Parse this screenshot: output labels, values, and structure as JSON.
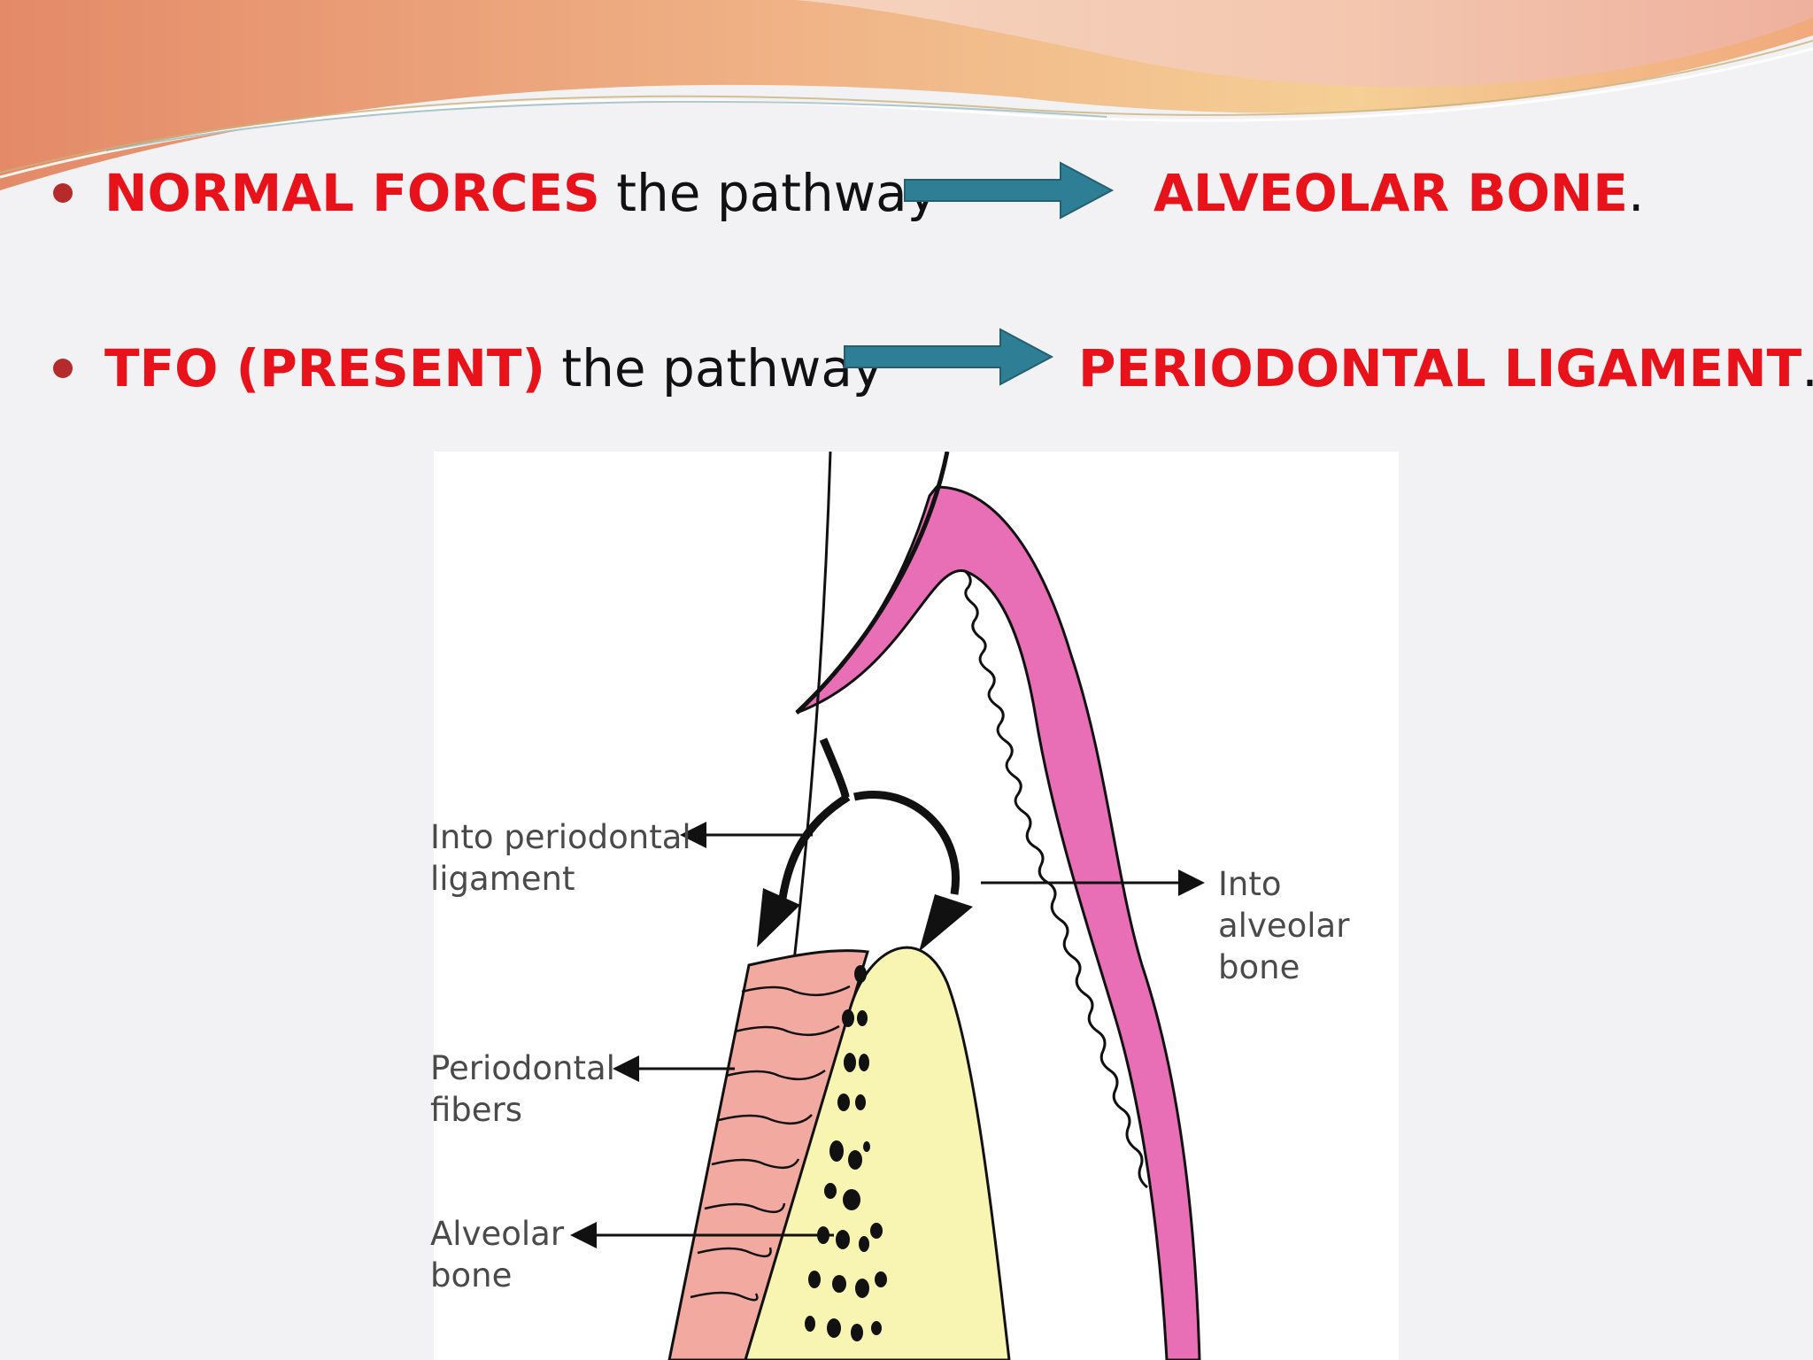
{
  "bullets": [
    {
      "highlight": "NORMAL FORCES",
      "text": " the pathway",
      "target": "ALVEOLAR BONE",
      "target_suffix": "."
    },
    {
      "highlight": "TFO (PRESENT)",
      "text": " the pathway",
      "target": "PERIODONTAL LIGAMENT",
      "target_suffix": "."
    }
  ],
  "diagram": {
    "labels": {
      "into_pdl": [
        "Into periodontal",
        "ligament"
      ],
      "into_bone": [
        "Into alveolar",
        "bone"
      ],
      "pdl_fibers": [
        "Periodontal",
        "fibers"
      ],
      "alveolar_bone": [
        "Alveolar",
        "bone"
      ]
    }
  },
  "colors": {
    "highlight": "#e8121b",
    "bullet": "#b52a2a",
    "arrow": "#2e7f96",
    "gingiva": "#e86fb5",
    "pdl": "#f2a9a0",
    "bone": "#f8f5b3"
  }
}
